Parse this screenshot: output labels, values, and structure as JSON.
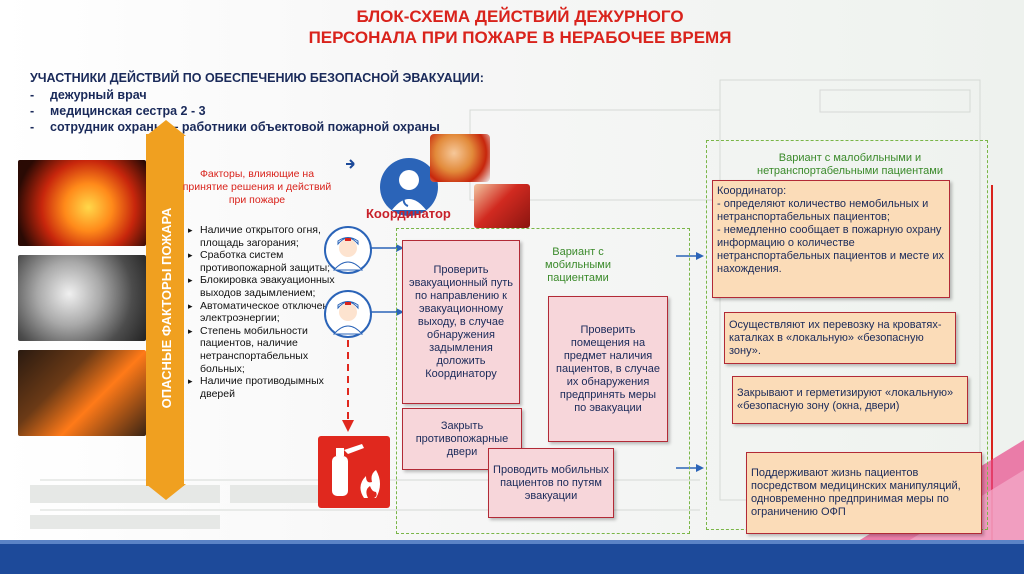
{
  "title": {
    "line1": "БЛОК-СХЕМА ДЕЙСТВИЙ ДЕЖУРНОГО",
    "line2": "ПЕРСОНАЛА ПРИ ПОЖАРЕ В НЕРАБОЧЕЕ ВРЕМЯ"
  },
  "participants": {
    "heading": "УЧАСТНИКИ ДЕЙСТВИЙ ПО ОБЕСПЕЧЕНИЮ БЕЗОПАСНОЙ ЭВАКУАЦИИ:",
    "items": [
      "дежурный врач",
      "медицинская сестра 2 - 3",
      "сотрудник охраны, – работники объектовой пожарной охраны"
    ]
  },
  "hazards_label": "ОПАСНЫЕ ФАКТОРЫ ПОЖАРА",
  "factors": {
    "title": "Факторы, влияющие на принятие решения и действий при пожаре",
    "items": [
      "Наличие открытого огня, площадь загорания;",
      "Сработка систем противопожарной защиты;",
      "Блокировка эвакуационных выходов задымлением;",
      "Автоматическое отключение электроэнергии;",
      "Степень мобильности пациентов, наличие нетранспортабельных больных;",
      "Наличие противодымных дверей"
    ]
  },
  "coordinator_label": "Координатор",
  "center": {
    "check_route": "Проверить эвакуационный путь по направлению к эвакуационному выходу, в случае обнаружения задымления доложить Координатору",
    "close_doors": "Закрыть противопожарные двери",
    "mobile_variant": "Вариант с мобильными пациентами",
    "check_rooms": "Проверить помещения на предмет наличия пациентов, в случае их обнаружения предпринять меры по эвакуации",
    "lead_patients": "Проводить мобильных пациентов по путям эвакуации"
  },
  "right": {
    "variant_label": "Вариант с малобильными и нетранспортабельными пациентами",
    "coordinator_box": "Координатор:\n- определяют количество немобильных и нетранспортабельных пациентов;\n- немедленно сообщает в пожарную охрану информацию о количестве нетранспортабельных пациентов и месте их нахождения.",
    "transport_box": "Осуществляют их перевозку на кроватях-каталках в «локальную» «безопасную зону».",
    "seal_box": "Закрывают и герметизируют «локальную» «безопасную зону (окна, двери)",
    "support_box": "Поддерживают жизнь пациентов посредством медицинских манипуляций, одновременно предпринимая меры по ограничению ОФП"
  },
  "colors": {
    "title_red": "#d9231c",
    "navy": "#1a2a5a",
    "orange": "#f0a020",
    "pink_box": "#f7d6da",
    "peach_box": "#fbdcb8",
    "green_dash": "#7ab648",
    "footer_blue": "#1d4a9a"
  },
  "icons": [
    "nurse-icon",
    "doctor-icon",
    "fire-extinguisher-icon",
    "fire-photo",
    "smoke-photo"
  ]
}
